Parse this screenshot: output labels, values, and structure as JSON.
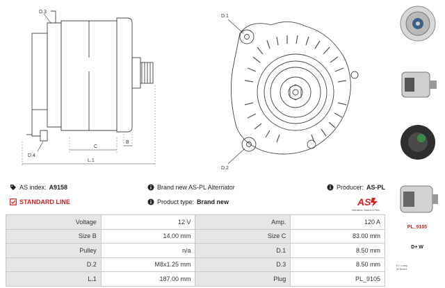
{
  "drawing": {
    "side_labels": {
      "d3": "D.3",
      "d4": "D.4",
      "c": "C",
      "b": "B",
      "l1": "L.1"
    },
    "front_labels": {
      "d1": "D.1",
      "d2": "D.2"
    }
  },
  "info": {
    "as_index_label": "AS index:",
    "as_index_value": "A9158",
    "standard_line": "STANDARD LINE",
    "brand_new": "Brand new AS-PL Alternator",
    "product_type_label": "Product type:",
    "product_type_value": "Brand new",
    "producer_label": "Producer:",
    "producer_value": "AS-PL"
  },
  "logo": {
    "text": "AS",
    "tagline": "Alternators, Starters & Parts"
  },
  "specs": [
    [
      "Voltage",
      "12 V",
      "Amp.",
      "120 A"
    ],
    [
      "Size B",
      "14.00 mm",
      "Size C",
      "83.00 mm"
    ],
    [
      "Pulley",
      "n/a",
      "D.1",
      "8.50 mm"
    ],
    [
      "D.2",
      "M8x1.25 mm",
      "D.3",
      "8.50 mm"
    ],
    [
      "L.1",
      "187.00 mm",
      "Plug",
      "PL_9105"
    ]
  ],
  "side_panel": {
    "plug_label": "PL_9105",
    "terminals": "D+   W",
    "legend": [
      "D+  Lamp",
      "W   Motor"
    ]
  },
  "colors": {
    "accent": "#d11e1e",
    "table_label_bg": "#e6e6e6",
    "border": "#c9c9c9"
  }
}
